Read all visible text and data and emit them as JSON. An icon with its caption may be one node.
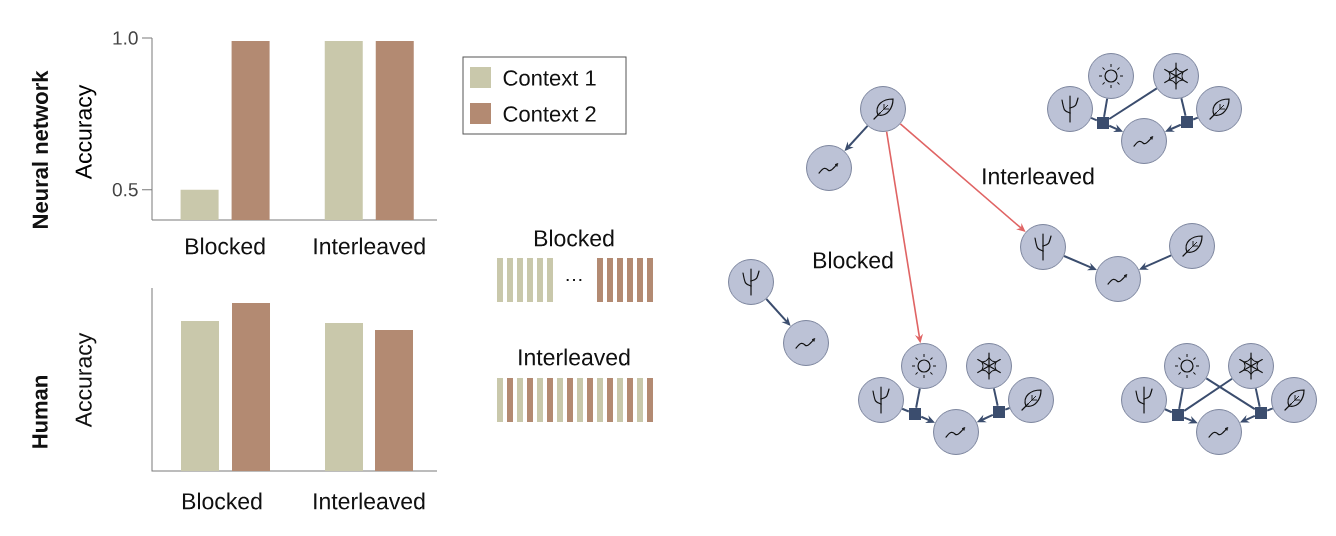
{
  "diagram": {
    "nodes": [
      {
        "text": [],
        "shape": "circle"
      },
      {
        "text": [],
        "shape": "circle"
      },
      {
        "text": [],
        "shape": "circle"
      },
      {
        "text": [],
        "shape": "circle"
      },
      {
        "text": [],
        "shape": "circle"
      },
      {
        "text": [],
        "shape": "circle"
      },
      {
        "text": [],
        "shape": "circle"
      },
      {
        "text": [],
        "shape": "box"
      },
      {
        "text": [],
        "shape": "box"
      },
      {
        "text": [],
        "shape": "circle"
      },
      {
        "text": [],
        "shape": "circle"
      },
      {
        "text": [],
        "shape": "circle"
      },
      {
        "text": [],
        "shape": "circle"
      },
      {
        "text": [],
        "shape": "circle"
      },
      {
        "text": [],
        "shape": "circle"
      },
      {
        "text": [],
        "shape": "circle"
      },
      {
        "text": [],
        "shape": "circle"
      },
      {
        "text": [],
        "shape": "circle"
      },
      {
        "text": [],
        "shape": "circle"
      },
      {
        "text": [],
        "shape": "box"
      },
      {
        "text": [],
        "shape": "box"
      },
      {
        "text": [],
        "shape": "circle"
      },
      {
        "text": [],
        "shape": "circle"
      },
      {
        "text": [],
        "shape": "circle"
      },
      {
        "text": [],
        "shape": "circle"
      },
      {
        "text": [],
        "shape": "circle"
      },
      {
        "text": [],
        "shape": "box"
      },
      {
        "text": [],
        "shape": "box"
      }
    ],
    "edges": [
      {
        "from": 0,
        "to": 1,
        "arrow": "to"
      },
      {
        "from": 2,
        "to": 7,
        "arrow": "none"
      },
      {
        "from": 3,
        "to": 7,
        "arrow": "none"
      },
      {
        "from": 4,
        "to": 7,
        "arrow": "none"
      },
      {
        "from": 7,
        "to": 6,
        "arrow": "to"
      },
      {
        "from": 4,
        "to": 8,
        "arrow": "none"
      },
      {
        "from": 5,
        "to": 8,
        "arrow": "none"
      },
      {
        "from": 8,
        "to": 6,
        "arrow": "to"
      },
      {
        "from": 9,
        "to": 10,
        "arrow": "to"
      },
      {
        "from": 11,
        "to": 10,
        "arrow": "to"
      },
      {
        "from": 12,
        "to": 13,
        "arrow": "to"
      },
      {
        "from": 14,
        "to": 19,
        "arrow": "none"
      },
      {
        "from": 15,
        "to": 19,
        "arrow": "none"
      },
      {
        "from": 19,
        "to": 18,
        "arrow": "to"
      },
      {
        "from": 16,
        "to": 20,
        "arrow": "none"
      },
      {
        "from": 17,
        "to": 20,
        "arrow": "none"
      },
      {
        "from": 20,
        "to": 18,
        "arrow": "to"
      },
      {
        "from": 21,
        "to": 26,
        "arrow": "none"
      },
      {
        "from": 22,
        "to": 26,
        "arrow": "none"
      },
      {
        "from": 23,
        "to": 26,
        "arrow": "none"
      },
      {
        "from": 26,
        "to": 25,
        "arrow": "to"
      },
      {
        "from": 22,
        "to": 27,
        "arrow": "none"
      },
      {
        "from": 23,
        "to": 27,
        "arrow": "none"
      },
      {
        "from": 24,
        "to": 27,
        "arrow": "none"
      },
      {
        "from": 27,
        "to": 25,
        "arrow": "to"
      },
      {
        "from": 0,
        "to": 9,
        "arrow": "to",
        "label": "Interleaved",
        "color": "#e06464"
      },
      {
        "from": 0,
        "to": 15,
        "arrow": "to",
        "label": "Blocked",
        "color": "#e06464"
      }
    ],
    "labels": [
      "Neural network",
      "Blocked",
      "…",
      "Interleaved",
      "Human",
      "Accuracy",
      "Blocked",
      "Interleaved"
    ],
    "legend": [
      {
        "text": "Context 1",
        "color": "#c9c8ab"
      },
      {
        "text": "Context 2",
        "color": "#b38a72"
      }
    ],
    "chart_data": {
      "type": "bar",
      "ylabel": "Accuracy",
      "categories": [
        "Blocked",
        "Interleaved"
      ],
      "series": [
        {
          "color": "#c9c8ab",
          "values": [
            0.5,
            0.99
          ]
        },
        {
          "color": "#b38a72",
          "values": [
            0.99,
            0.99
          ]
        }
      ],
      "ylim": [
        0.4,
        1.0
      ],
      "yticks": [
        {
          "value": 0.5,
          "label": "0.5"
        },
        {
          "value": 1.0,
          "label": "1.0"
        }
      ]
    }
  }
}
